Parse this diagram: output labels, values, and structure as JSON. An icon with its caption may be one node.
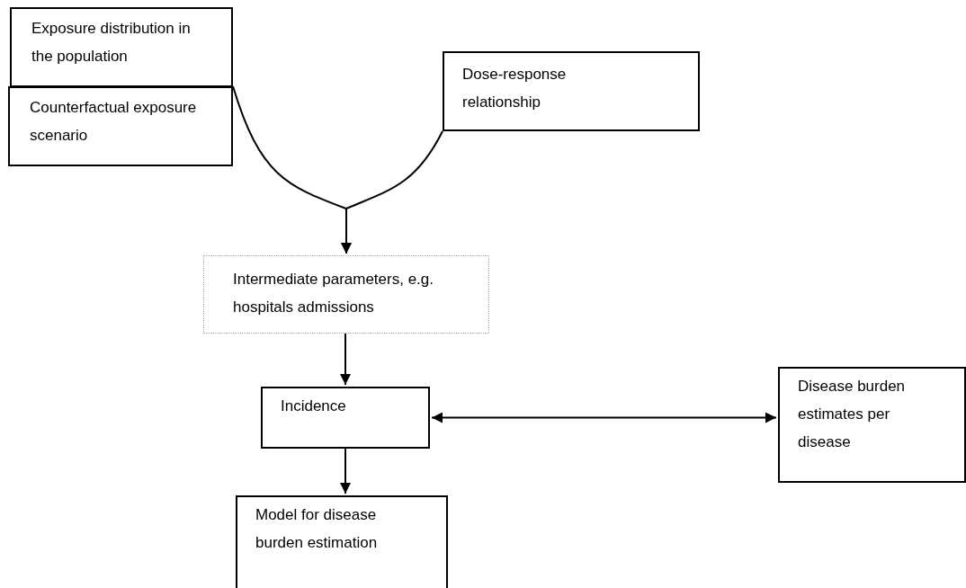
{
  "diagram": {
    "nodes": [
      {
        "text": [
          "Exposure distribution in the population"
        ]
      },
      {
        "text": [
          "Counterfactual exposure scenario"
        ]
      },
      {
        "text": [
          "Dose-response relationship"
        ]
      },
      {
        "text": [
          "Intermediate parameters, e.g. hospitals admissions"
        ]
      },
      {
        "text": [
          "Incidence"
        ]
      },
      {
        "text": [
          "Disease burden estimates per disease"
        ]
      },
      {
        "text": [
          "Model for disease burden estimation"
        ]
      }
    ],
    "edges": [
      {
        "from": 1,
        "to": 3,
        "arrow": "to"
      },
      {
        "from": 2,
        "to": 3,
        "arrow": "to"
      },
      {
        "from": 3,
        "to": 4,
        "arrow": "to"
      },
      {
        "from": 4,
        "to": 5,
        "arrow": "both"
      },
      {
        "from": 4,
        "to": 6,
        "arrow": "to"
      }
    ]
  }
}
